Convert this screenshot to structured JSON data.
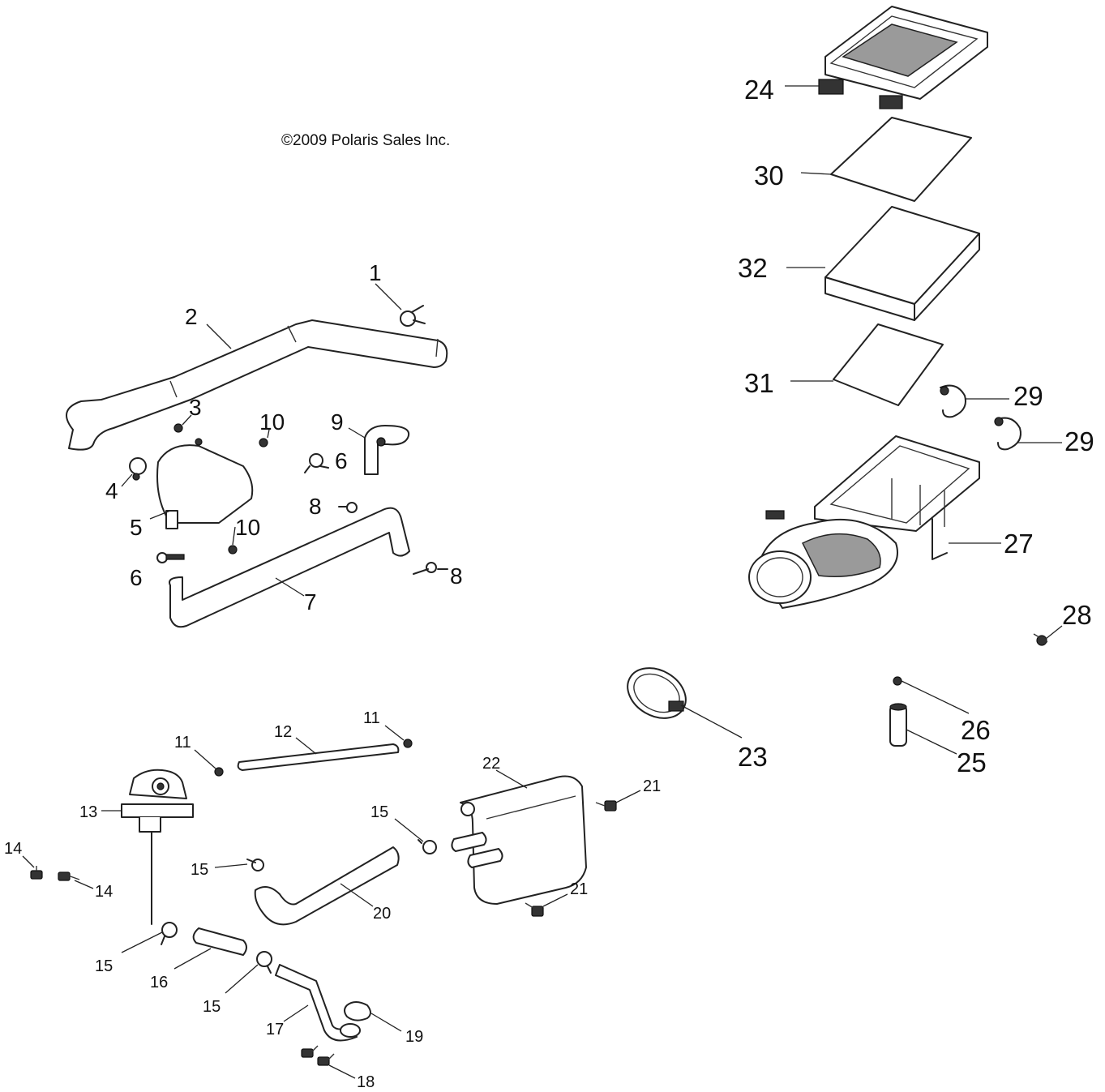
{
  "copyright": "©2009 Polaris Sales Inc.",
  "callouts": {
    "c1": "1",
    "c2": "2",
    "c3": "3",
    "c4": "4",
    "c5": "5",
    "c6a": "6",
    "c6b": "6",
    "c7": "7",
    "c8a": "8",
    "c8b": "8",
    "c9": "9",
    "c10a": "10",
    "c10b": "10",
    "c11a": "11",
    "c11b": "11",
    "c12": "12",
    "c13": "13",
    "c14a": "14",
    "c14b": "14",
    "c15a": "15",
    "c15b": "15",
    "c15c": "15",
    "c15d": "15",
    "c16": "16",
    "c17": "17",
    "c18": "18",
    "c19": "19",
    "c20": "20",
    "c21a": "21",
    "c21b": "21",
    "c22": "22",
    "c23": "23",
    "c24": "24",
    "c25": "25",
    "c26": "26",
    "c27": "27",
    "c28": "28",
    "c29a": "29",
    "c29b": "29",
    "c30": "30",
    "c31": "31",
    "c32": "32"
  }
}
